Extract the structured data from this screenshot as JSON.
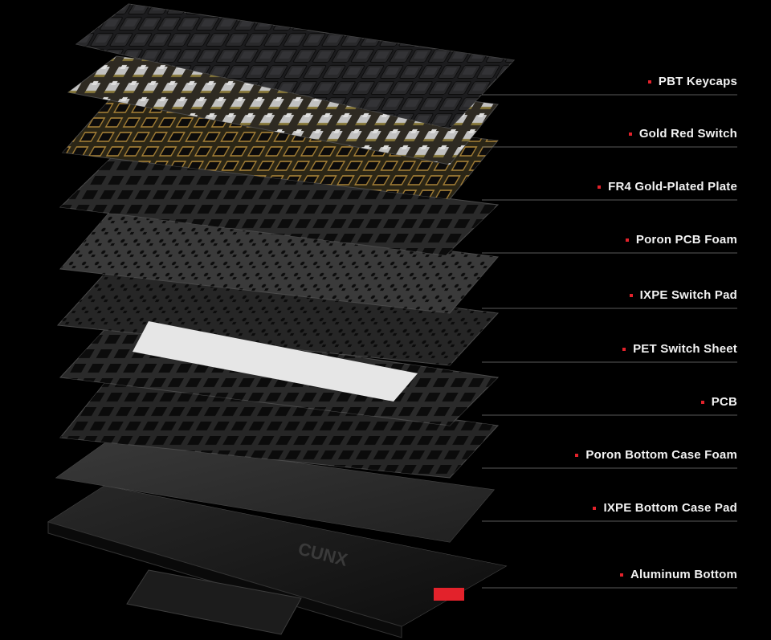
{
  "layers": [
    {
      "label": "PBT Keycaps",
      "color": "#1c1c1e"
    },
    {
      "label": "Gold Red Switch",
      "color": "#c9c9c9"
    },
    {
      "label": "FR4 Gold-Plated Plate",
      "color": "#b38a3a"
    },
    {
      "label": "Poron PCB Foam",
      "color": "#2b2b2b"
    },
    {
      "label": "IXPE Switch Pad",
      "color": "#2a2a2a"
    },
    {
      "label": "PET Switch Sheet",
      "color": "#e6e6e6"
    },
    {
      "label": "PCB",
      "color": "#262626"
    },
    {
      "label": "Poron Bottom Case Foam",
      "color": "#232323"
    },
    {
      "label": "IXPE Bottom Case Pad",
      "color": "#2c2c2c"
    },
    {
      "label": "Aluminum Bottom",
      "color": "#111111"
    }
  ],
  "brand": {
    "logo_text": "CUNX"
  },
  "colors": {
    "accent": "#e3222b",
    "background": "#000000"
  }
}
